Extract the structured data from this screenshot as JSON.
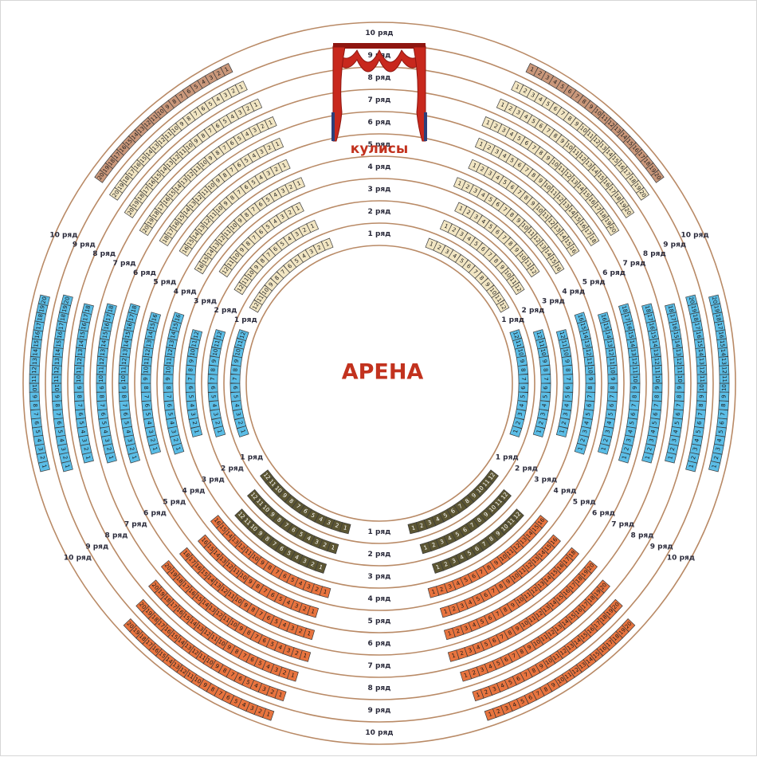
{
  "arena": {
    "title": "АРЕНА"
  },
  "backstage": {
    "label": "кулисы",
    "icon": "stage-curtain-icon"
  },
  "row_suffix": "ряд",
  "colors": {
    "ring": "#b98a66",
    "curtain": "#c8281d",
    "curtain_dark": "#8f1610",
    "curtain_pole": "#2b3f7a",
    "arena_title": "#c2321e"
  },
  "rows": [
    1,
    2,
    3,
    4,
    5,
    6,
    7,
    8,
    9,
    10
  ],
  "sectors": [
    {
      "id": "top-left",
      "rows": [
        1,
        2,
        3,
        4,
        5,
        6,
        7,
        8,
        9,
        10
      ],
      "seats": [
        12,
        12,
        12,
        16,
        16,
        18,
        20,
        20,
        20,
        20
      ],
      "ascending": "counterclockwise",
      "row_colors": [
        "#f2e6c3",
        "#f2e6c3",
        "#f2e6c3",
        "#f2e6c3",
        "#f2e6c3",
        "#f2e6c3",
        "#f2e6c3",
        "#f2e6c3",
        "#f2e6c3",
        "#c9977a"
      ]
    },
    {
      "id": "top-right",
      "rows": [
        1,
        2,
        3,
        4,
        5,
        6,
        7,
        8,
        9,
        10
      ],
      "seats": [
        12,
        12,
        12,
        16,
        16,
        18,
        20,
        20,
        20,
        20
      ],
      "ascending": "clockwise",
      "row_colors": [
        "#f2e6c3",
        "#f2e6c3",
        "#f2e6c3",
        "#f2e6c3",
        "#f2e6c3",
        "#f2e6c3",
        "#f2e6c3",
        "#f2e6c3",
        "#f2e6c3",
        "#c9977a"
      ]
    },
    {
      "id": "left",
      "rows": [
        1,
        2,
        3,
        4,
        5,
        6,
        7,
        8,
        9,
        10
      ],
      "seats": [
        12,
        12,
        12,
        16,
        16,
        18,
        18,
        18,
        20,
        20
      ],
      "ascending": "clockwise",
      "row_colors": [
        "#5bbde6",
        "#5bbde6",
        "#5bbde6",
        "#5bbde6",
        "#5bbde6",
        "#5bbde6",
        "#5bbde6",
        "#5bbde6",
        "#5bbde6",
        "#5bbde6"
      ]
    },
    {
      "id": "right",
      "rows": [
        1,
        2,
        3,
        4,
        5,
        6,
        7,
        8,
        9,
        10
      ],
      "seats": [
        12,
        12,
        12,
        16,
        16,
        18,
        18,
        18,
        20,
        20
      ],
      "ascending": "counterclockwise",
      "row_colors": [
        "#5bbde6",
        "#5bbde6",
        "#5bbde6",
        "#5bbde6",
        "#5bbde6",
        "#5bbde6",
        "#5bbde6",
        "#5bbde6",
        "#5bbde6",
        "#5bbde6"
      ]
    },
    {
      "id": "bottom-left",
      "rows": [
        1,
        2,
        3,
        4,
        5,
        6,
        7,
        8,
        9,
        10
      ],
      "seats": [
        12,
        12,
        12,
        16,
        16,
        18,
        20,
        20,
        20,
        20
      ],
      "ascending": "clockwise",
      "row_colors": [
        "#5c5633",
        "#5c5633",
        "#5c5633",
        "#e8743f",
        "#e8743f",
        "#e8743f",
        "#e8743f",
        "#e8743f",
        "#e8743f",
        "#e8743f"
      ]
    },
    {
      "id": "bottom-right",
      "rows": [
        1,
        2,
        3,
        4,
        5,
        6,
        7,
        8,
        9,
        10
      ],
      "seats": [
        12,
        12,
        12,
        16,
        16,
        18,
        20,
        20,
        20,
        20
      ],
      "ascending": "counterclockwise",
      "row_colors": [
        "#5c5633",
        "#5c5633",
        "#5c5633",
        "#e8743f",
        "#e8743f",
        "#e8743f",
        "#e8743f",
        "#e8743f",
        "#e8743f",
        "#e8743f"
      ]
    }
  ]
}
